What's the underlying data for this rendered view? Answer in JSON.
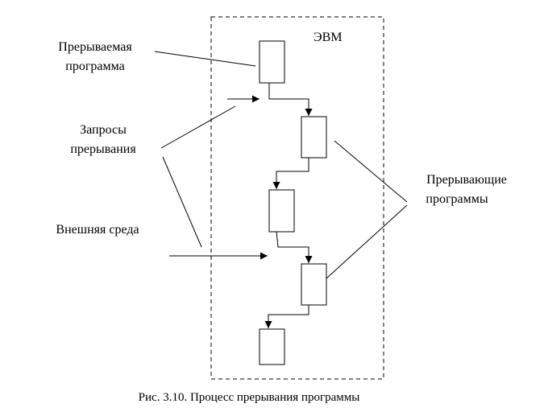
{
  "labels": {
    "computer": "ЭВМ",
    "interrupted_program_line1": "Прерываемая",
    "interrupted_program_line2": "программа",
    "interrupt_requests_line1": "Запросы",
    "interrupt_requests_line2": "прерывания",
    "external_environment": "Внешняя среда",
    "interrupting_programs_line1": "Прерывающие",
    "interrupting_programs_line2": "программы"
  },
  "caption": "Рис. 3.10. Процесс прерывания программы"
}
